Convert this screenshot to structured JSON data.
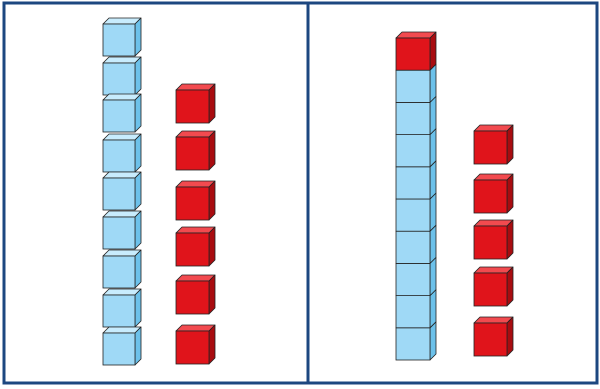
{
  "colors": {
    "frame": "#1d4780",
    "divider": "#1d4780",
    "blue_face": "#9fd9f6",
    "blue_top": "#c8ecfd",
    "blue_side": "#6cc1ea",
    "red_face": "#e0141b",
    "red_top": "#f24a4f",
    "red_side": "#a80c10",
    "edge": "#222222",
    "background": "#ffffff"
  },
  "panels": [
    {
      "name": "left-panel",
      "groups": [
        {
          "name": "blue-cube-stack",
          "color": "blue",
          "count": 9,
          "arrangement": "separated-column"
        },
        {
          "name": "red-cube-column",
          "color": "red",
          "count": 6,
          "arrangement": "separated-column"
        }
      ]
    },
    {
      "name": "right-panel",
      "groups": [
        {
          "name": "connected-cube-tower",
          "color": "mixed",
          "cubes_top_to_bottom": [
            "red",
            "blue",
            "blue",
            "blue",
            "blue",
            "blue",
            "blue",
            "blue",
            "blue",
            "blue"
          ],
          "arrangement": "connected-tower"
        },
        {
          "name": "red-cube-column",
          "color": "red",
          "count": 5,
          "arrangement": "separated-column"
        }
      ]
    }
  ]
}
